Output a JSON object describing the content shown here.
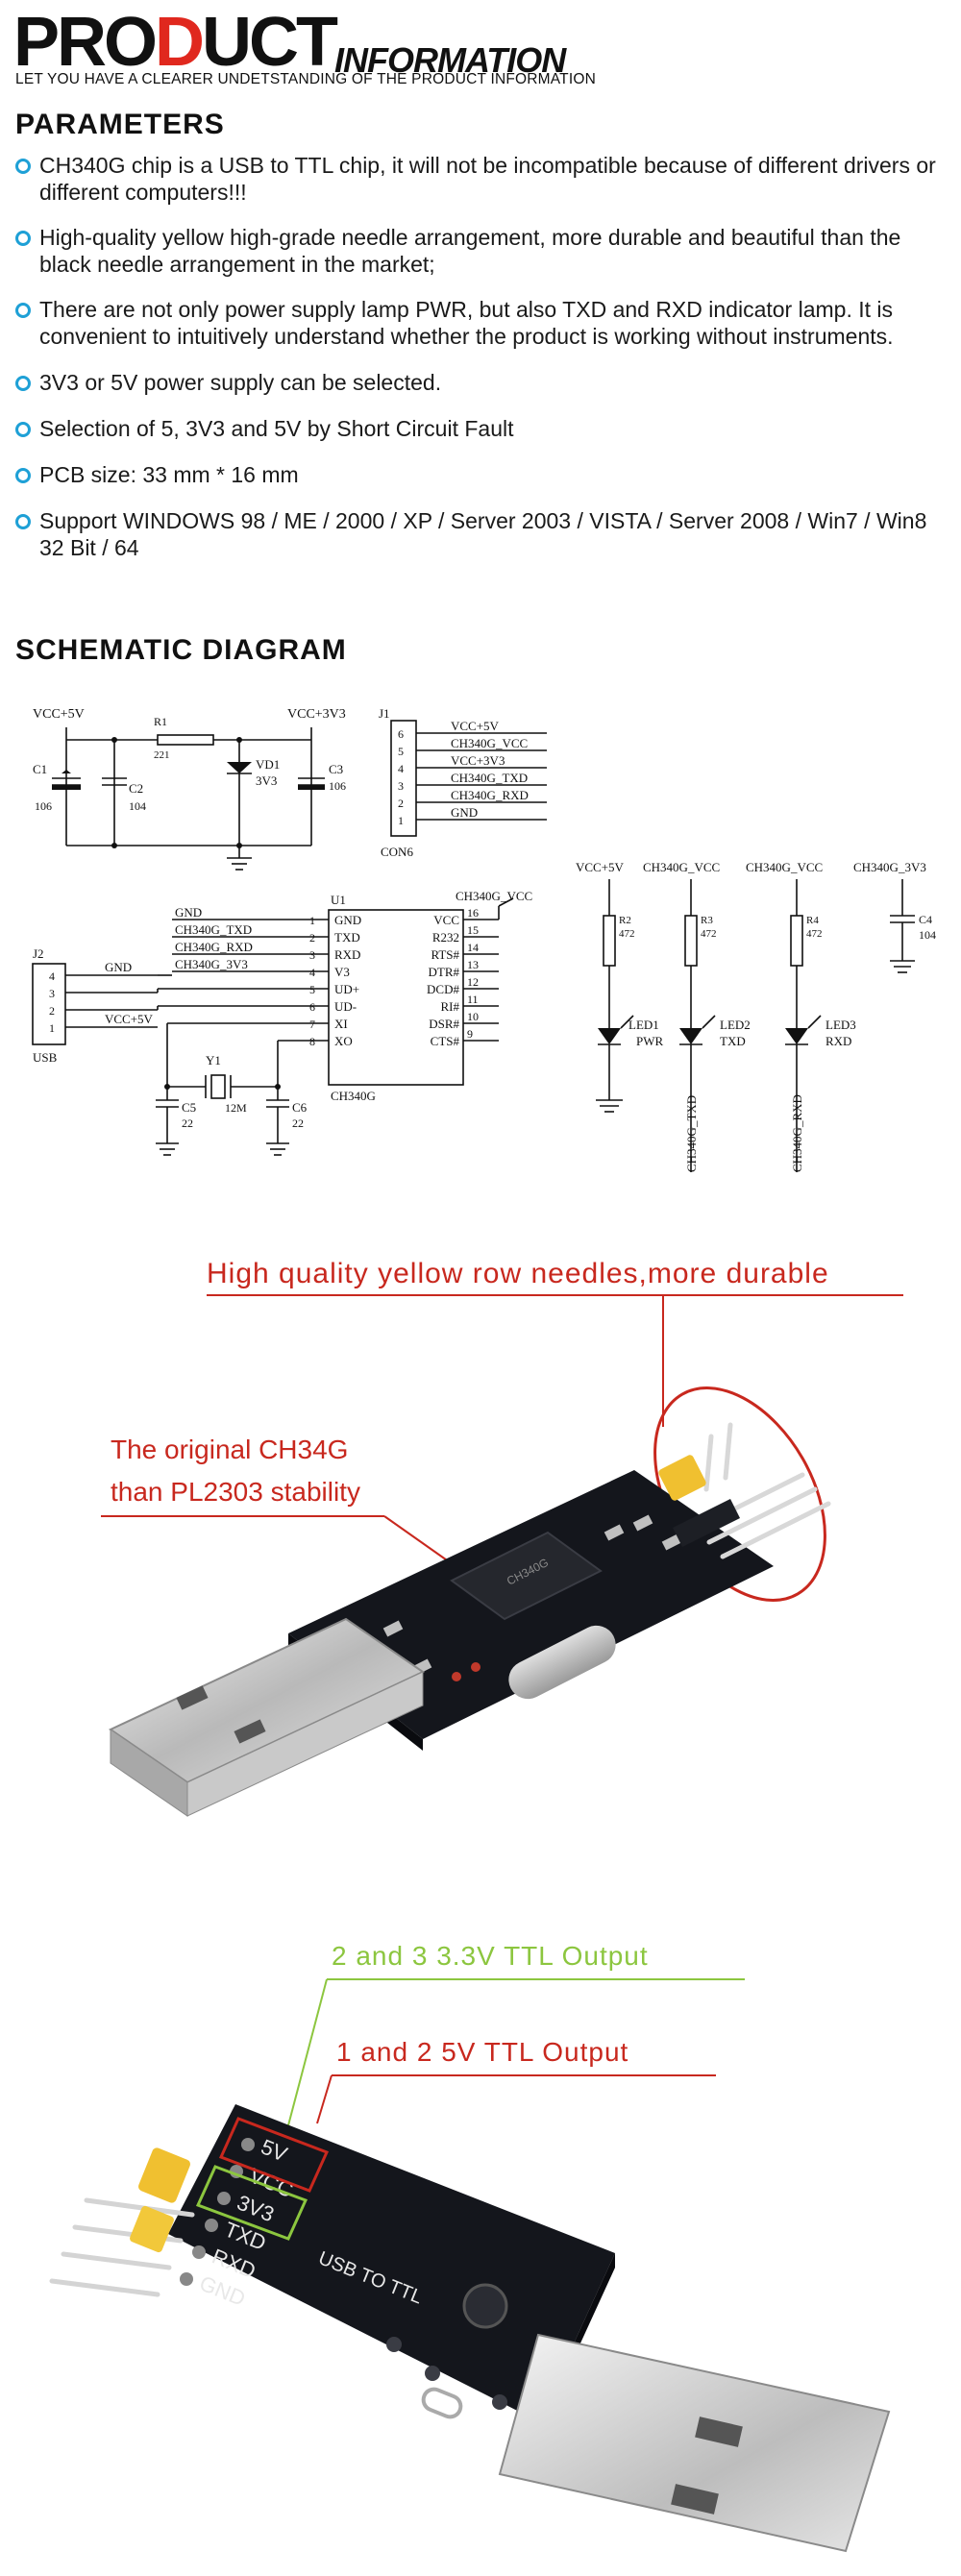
{
  "header": {
    "brand_pre": "PRO",
    "brand_red": "D",
    "brand_post": "UCT",
    "brand_sub": "INFORMATION",
    "tagline": "LET YOU HAVE A CLEARER UNDETSTANDING OF THE PRODUCT INFORMATION"
  },
  "parameters": {
    "title": "PARAMETERS",
    "items": [
      "CH340G chip is a USB to TTL chip, it will not be incompatible because of different drivers or different computers!!!",
      "High-quality yellow high-grade needle arrangement, more durable and beautiful than the black needle arrangement in the market;",
      "There are not only power supply lamp PWR, but also TXD and RXD indicator lamp. It is convenient to intuitively understand whether the product is working without instruments.",
      "3V3 or 5V power supply can be selected.",
      "Selection of 5, 3V3 and 5V by Short Circuit Fault",
      "PCB size: 33 mm * 16 mm",
      "Support WINDOWS 98 / ME / 2000 / XP / Server 2003 / VISTA / Server 2008 / Win7 / Win8 32 Bit / 64"
    ]
  },
  "schematic": {
    "title": "SCHEMATIC DIAGRAM",
    "vcc5": "VCC+5V",
    "vcc3": "VCC+3V3",
    "r1": "R1",
    "r1_val": "221",
    "c1": "C1",
    "c1_val": "106",
    "c2": "C2",
    "c2_val": "104",
    "vd1": "VD1",
    "vd1_val": "3V3",
    "c3": "C3",
    "c3_val": "106",
    "j1": "J1",
    "j1_name": "CON6",
    "j1_pins": [
      "6",
      "5",
      "4",
      "3",
      "2",
      "1"
    ],
    "j1_nets": [
      "VCC+5V",
      "CH340G_VCC",
      "VCC+3V3",
      "CH340G_TXD",
      "CH340G_RXD",
      "GND"
    ],
    "u1": "U1",
    "u1_name": "CH340G",
    "u1_vcc_net": "CH340G_VCC",
    "u1_left_nets": [
      "GND",
      "CH340G_TXD",
      "CH340G_RXD",
      "CH340G_3V3"
    ],
    "u1_left_pins": [
      "1",
      "2",
      "3",
      "4",
      "5",
      "6",
      "7",
      "8"
    ],
    "u1_left_names": [
      "GND",
      "TXD",
      "RXD",
      "V3",
      "UD+",
      "UD-",
      "XI",
      "XO"
    ],
    "u1_right_names": [
      "VCC",
      "R232",
      "RTS#",
      "DTR#",
      "DCD#",
      "RI#",
      "DSR#",
      "CTS#"
    ],
    "u1_right_pins": [
      "16",
      "15",
      "14",
      "13",
      "12",
      "11",
      "10",
      "9"
    ],
    "j2": "J2",
    "j2_name": "USB",
    "j2_pins": [
      "4",
      "3",
      "2",
      "1"
    ],
    "j2_gnd": "GND",
    "j2_vcc": "VCC+5V",
    "y1": "Y1",
    "y1_val": "12M",
    "c5": "C5",
    "c5_val": "22",
    "c6": "C6",
    "c6_val": "22",
    "top_nets": [
      "VCC+5V",
      "CH340G_VCC",
      "CH340G_VCC",
      "CH340G_3V3"
    ],
    "r2": "R2",
    "r2_val": "472",
    "r3": "R3",
    "r3_val": "472",
    "r4": "R4",
    "r4_val": "472",
    "c4": "C4",
    "c4_val": "104",
    "led1": "LED1",
    "led1_name": "PWR",
    "led2": "LED2",
    "led2_name": "TXD",
    "led3": "LED3",
    "led3_name": "RXD",
    "net_txd": "CH340G_TXD",
    "net_rxd": "CH340G_RXD"
  },
  "photo1": {
    "callout_top": "High quality yellow row needles,more durable",
    "callout_left_1": "The original CH34G",
    "callout_left_2": "than PL2303 stability",
    "chip_mark": "CH340G"
  },
  "photo2": {
    "callout_green": "2 and 3    3.3V TTL Output",
    "callout_red": "1 and 2    5V TTL Output",
    "pin_labels": [
      "5V",
      "VCC",
      "3V3",
      "TXD",
      "RXD",
      "GND"
    ],
    "board_text": "USB TO TTL"
  },
  "colors": {
    "accent_red": "#e0281e",
    "bullet_blue": "#1ea0d6",
    "callout_red": "#c8281e",
    "callout_green": "#8cc63f",
    "pcb": "#14161c",
    "header_pin": "#f0c030"
  }
}
